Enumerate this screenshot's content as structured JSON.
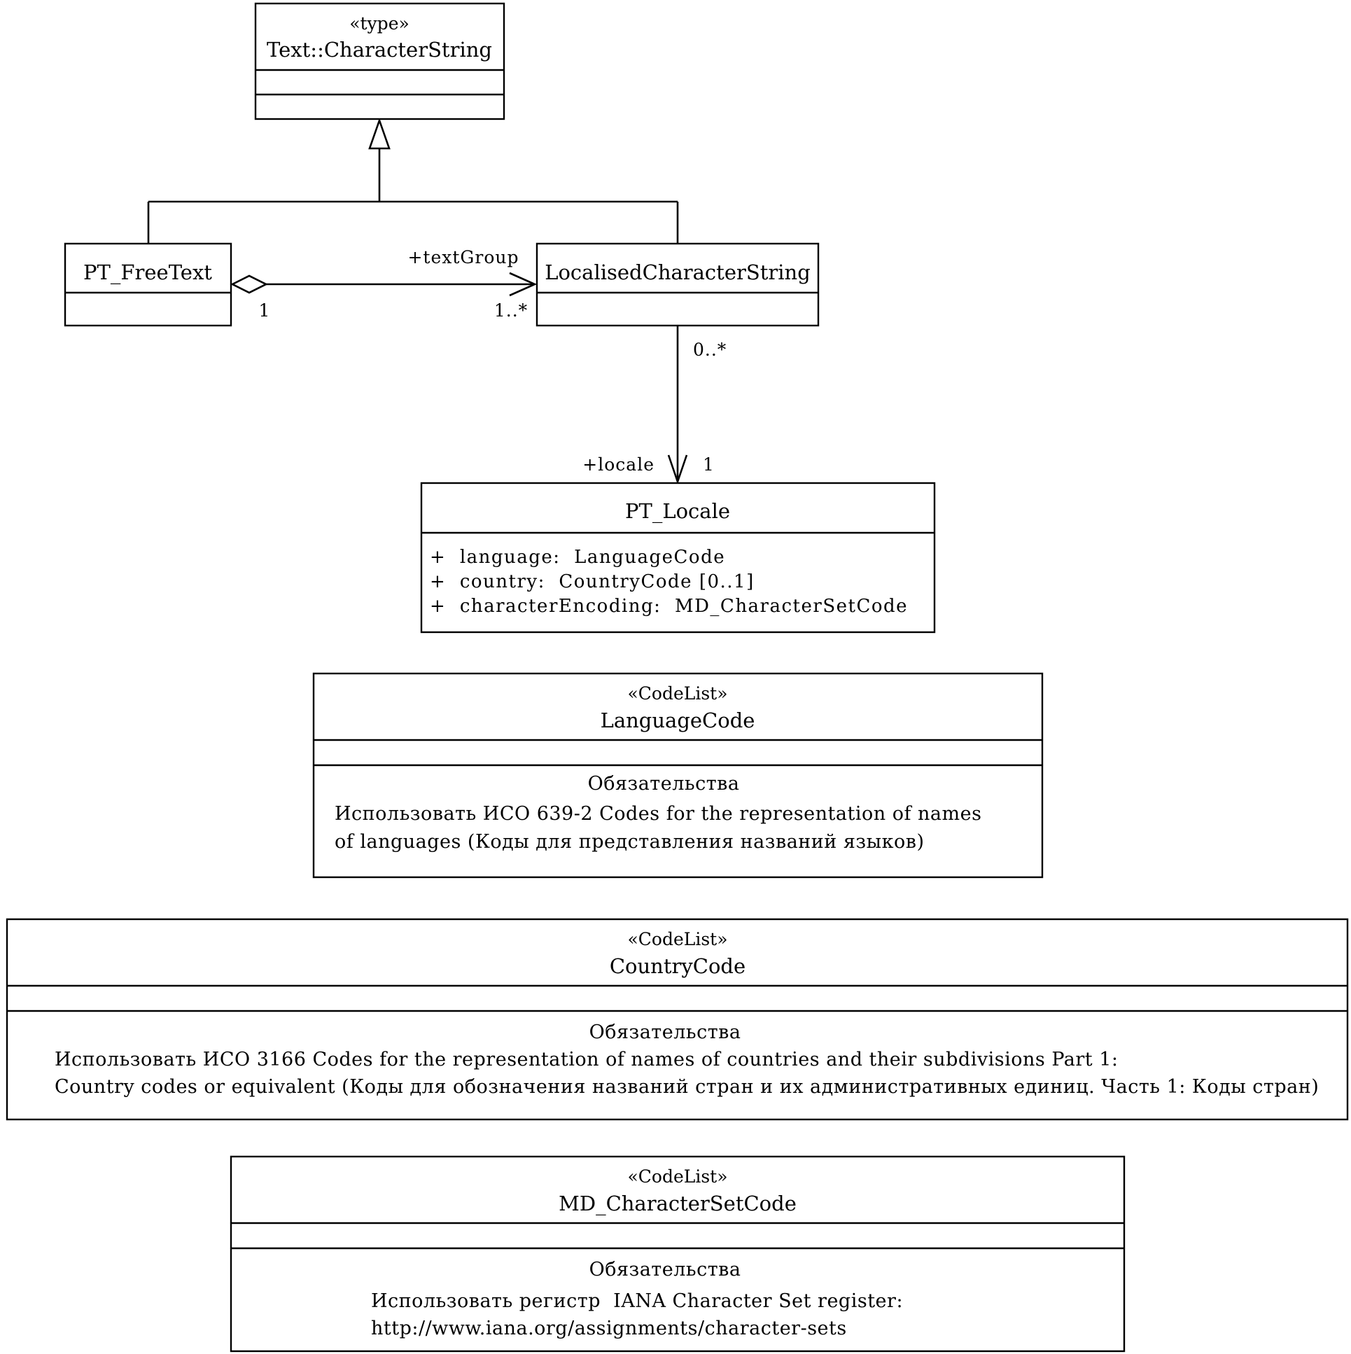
{
  "classes": {
    "character_string": {
      "stereotype": "«type»",
      "name": "Text::CharacterString"
    },
    "pt_free_text": {
      "name": "PT_FreeText"
    },
    "localised_character_string": {
      "name": "LocalisedCharacterString"
    },
    "pt_locale": {
      "name": "PT_Locale",
      "attributes": [
        "+  language:  LanguageCode",
        "+  country:  CountryCode [0..1]",
        "+  characterEncoding:  MD_CharacterSetCode"
      ]
    },
    "language_code": {
      "stereotype": "«CodeList»",
      "name": "LanguageCode",
      "constraint_title": "Обязательства",
      "constraint_lines": [
        "Использовать ИСО 639-2 Codes for the representation of names",
        "of languages (Коды для представления названий языков)"
      ]
    },
    "country_code": {
      "stereotype": "«CodeList»",
      "name": "CountryCode",
      "constraint_title": "Обязательства",
      "constraint_lines": [
        "Использовать ИСО 3166 Codes for the representation of names of countries and their subdivisions Part 1:",
        "Country codes or equivalent (Коды для обозначения названий стран и их административных единиц. Часть 1: Коды стран)"
      ]
    },
    "md_character_set_code": {
      "stereotype": "«CodeList»",
      "name": "MD_CharacterSetCode",
      "constraint_title": "Обязательства",
      "constraint_lines": [
        "Использовать регистр  IANA Character Set register:",
        "http://www.iana.org/assignments/character-sets"
      ]
    }
  },
  "associations": {
    "text_group": {
      "role": "+textGroup",
      "source_multiplicity": "1",
      "target_multiplicity": "1..*"
    },
    "locale": {
      "role": "+locale",
      "source_multiplicity": "0..*",
      "target_multiplicity": "1"
    }
  }
}
